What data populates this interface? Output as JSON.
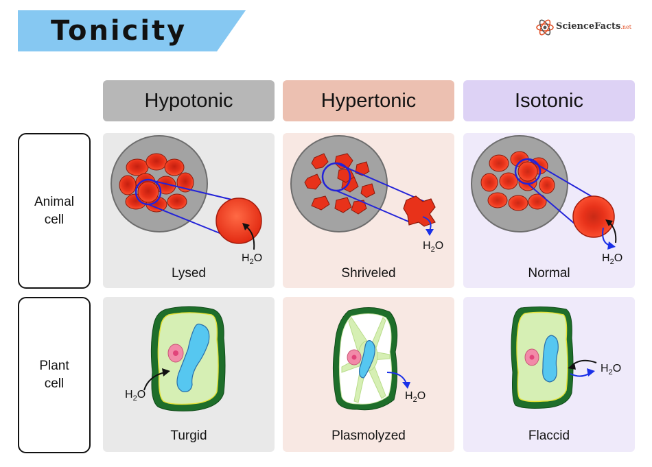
{
  "title": "Tonicity",
  "brand": {
    "name": "ScienceFacts",
    "suffix": ".net"
  },
  "columns": [
    {
      "label": "Hypotonic",
      "color": "#b7b7b7",
      "panel_color": "#e9e9e9"
    },
    {
      "label": "Hypertonic",
      "color": "#ecc0b1",
      "panel_color": "#f8e8e3"
    },
    {
      "label": "Isotonic",
      "color": "#ddd2f5",
      "panel_color": "#efeafa"
    }
  ],
  "rows": [
    {
      "label_line1": "Animal",
      "label_line2": "cell"
    },
    {
      "label_line1": "Plant",
      "label_line2": "cell"
    }
  ],
  "animal": {
    "captions": [
      "Lysed",
      "Shriveled",
      "Normal"
    ],
    "water_label": {
      "main": "H",
      "sub": "2",
      "tail": "O"
    }
  },
  "plant": {
    "captions": [
      "Turgid",
      "Plasmolyzed",
      "Flaccid"
    ]
  },
  "colors": {
    "title_banner": "#86c8f2",
    "rbc": "#e8321a",
    "zoom_line": "#2323d8",
    "water_in_arrow": "#111111",
    "water_out_arrow": "#1a30e8",
    "cell_wall": "#1e6e2a",
    "cytoplasm": "#d6efb4",
    "vacuole": "#56c7f0",
    "nucleus": "#f28aa8"
  }
}
